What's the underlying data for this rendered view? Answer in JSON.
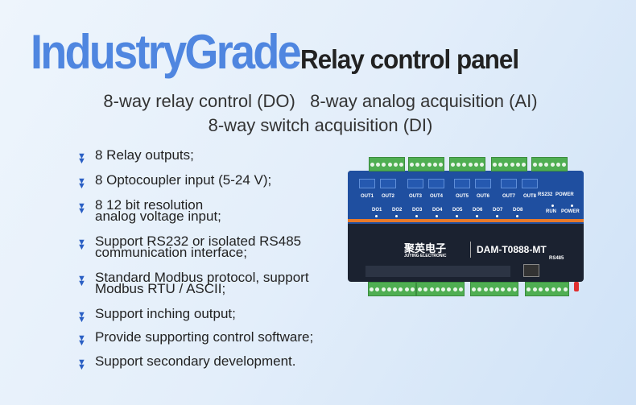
{
  "title": {
    "highlight": "IndustryGrade",
    "rest": "Relay control panel"
  },
  "subtitle": {
    "line1": "8-way relay control (DO)   8-way analog acquisition (AI)",
    "line2": "8-way switch acquisition (DI)"
  },
  "colors": {
    "accent": "#4f86e0",
    "bullet": "#2a5fc4",
    "device_blue": "#1f4fa0",
    "device_dark": "#1b2230",
    "stripe": "#e87a2a",
    "terminal": "#4fae52"
  },
  "bullet_icon": "double-chevron-down-icon",
  "features": [
    [
      "8 Relay outputs;"
    ],
    [
      "8 Optocoupler input (5-24 V);"
    ],
    [
      "8 12 bit resolution",
      "analog voltage input;"
    ],
    [
      "Support RS232 or isolated RS485",
      "communication interface;"
    ],
    [
      "Standard Modbus protocol, support",
      "Modbus RTU / ASCII;"
    ],
    [
      "Support inching output;"
    ],
    [
      "Provide supporting control software;"
    ],
    [
      "Support secondary development."
    ]
  ],
  "device": {
    "brand_cn": "聚英电子",
    "brand_en": "JUYING ELECTRONIC",
    "model": "DAM-T0888-MT",
    "outputs": [
      "OUT1",
      "OUT2",
      "OUT3",
      "OUT4",
      "OUT5",
      "OUT6",
      "OUT7",
      "OUT8"
    ],
    "do_leds": [
      "DO1",
      "DO2",
      "DO3",
      "DO4",
      "DO5",
      "DO6",
      "DO7",
      "DO8"
    ],
    "rs232": "RS232",
    "power": "POWER",
    "run": "RUN",
    "rs485": "RS485"
  }
}
